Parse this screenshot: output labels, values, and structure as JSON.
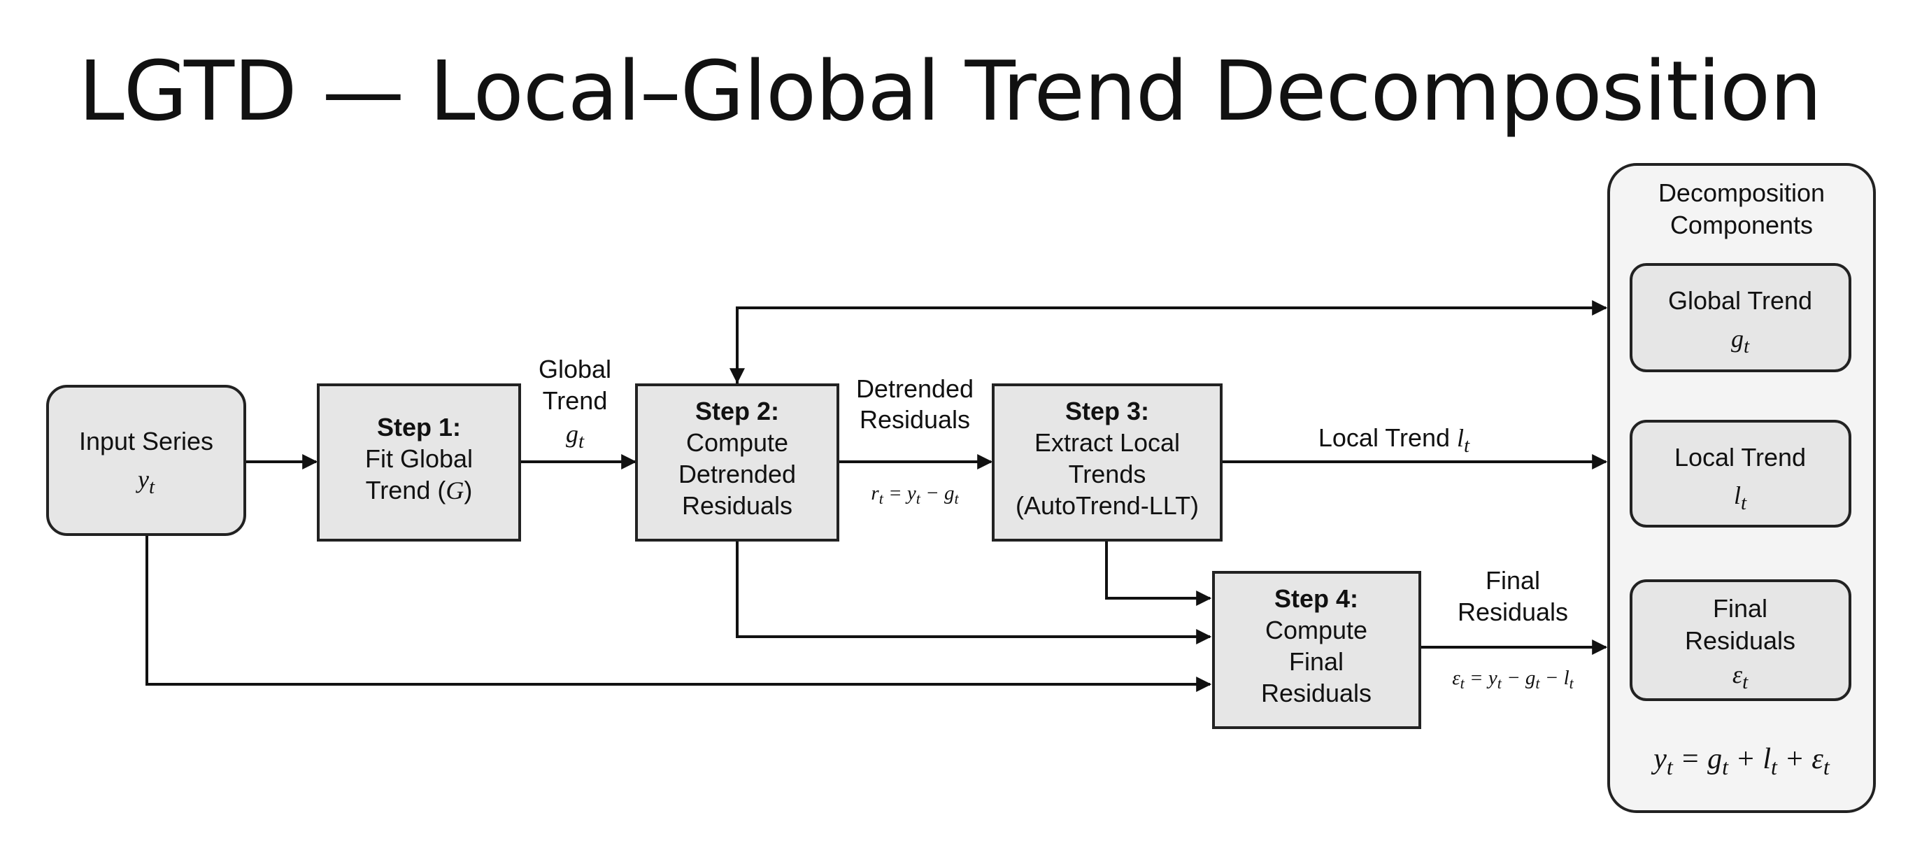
{
  "title": "LGTD — Local–Global Trend Decomposition",
  "nodes": {
    "input": {
      "label": "Input Series",
      "math": "yt"
    },
    "step1": {
      "heading": "Step 1:",
      "line1": "Fit Global",
      "line2": "Trend (G)"
    },
    "step2": {
      "heading": "Step 2:",
      "line1": "Compute",
      "line2": "Detrended",
      "line3": "Residuals"
    },
    "step3": {
      "heading": "Step 3:",
      "line1": "Extract Local",
      "line2": "Trends",
      "line3": "(AutoTrend-LLT)"
    },
    "step4": {
      "heading": "Step 4:",
      "line1": "Compute",
      "line2": "Final",
      "line3": "Residuals"
    }
  },
  "edges": {
    "global_trend": {
      "line1": "Global",
      "line2": "Trend",
      "math": "gt"
    },
    "detrended": {
      "line1": "Detrended",
      "line2": "Residuals",
      "math": "rt = yt − gt"
    },
    "local_trend": {
      "label": "Local Trend lt"
    },
    "final_residuals": {
      "line1": "Final",
      "line2": "Residuals",
      "math": "εt = yt − gt − lt"
    }
  },
  "components": {
    "heading1": "Decomposition",
    "heading2": "Components",
    "global": {
      "label": "Global Trend",
      "math": "gt"
    },
    "local": {
      "label": "Local Trend",
      "math": "lt"
    },
    "residual": {
      "line1": "Final",
      "line2": "Residuals",
      "math": "εt"
    },
    "equation": "yt = gt + lt + εt"
  }
}
